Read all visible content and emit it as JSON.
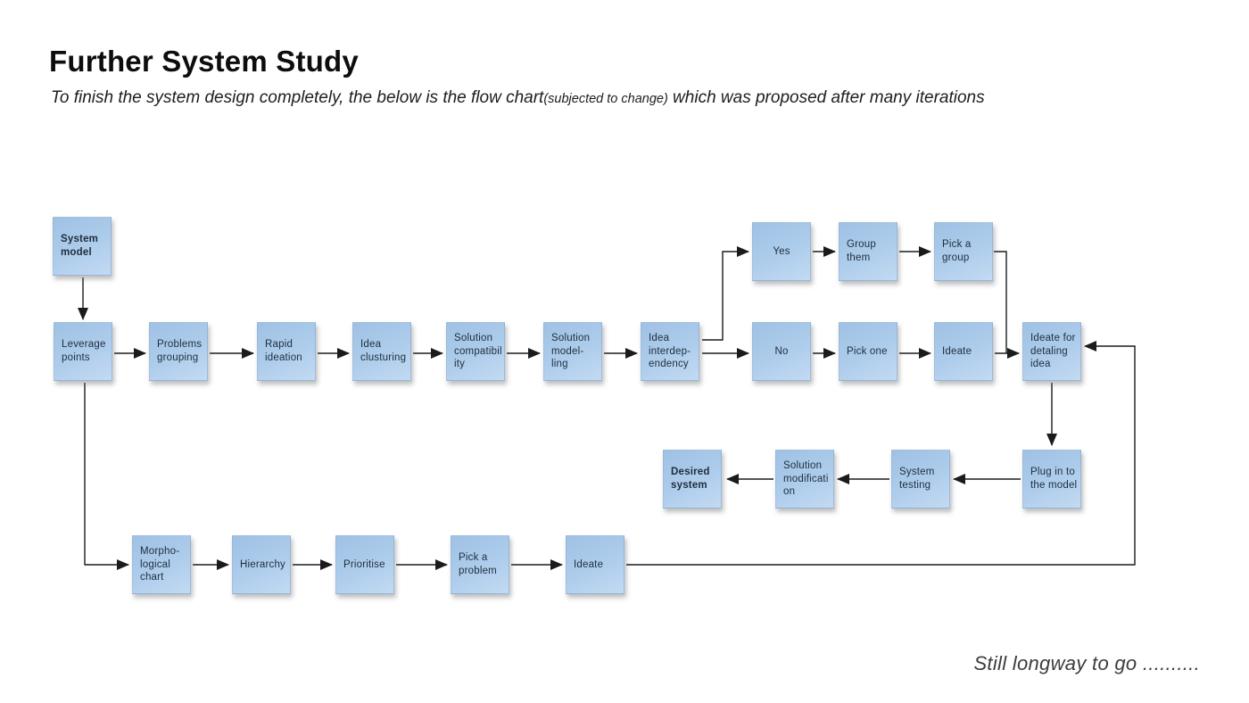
{
  "header": {
    "title": "Further System Study",
    "subtitle": {
      "pre": "To finish the system design completely, the below is the flow chart",
      "paren": "(subjected to change)",
      "post": " which was proposed after many iterations"
    }
  },
  "flowchart": {
    "nodes": [
      {
        "id": "system-model",
        "label": "System\nmodel"
      },
      {
        "id": "leverage-points",
        "label": "Leverage\npoints"
      },
      {
        "id": "problems-grouping",
        "label": "Problems\ngrouping"
      },
      {
        "id": "rapid-ideation",
        "label": "Rapid\nideation"
      },
      {
        "id": "idea-clusturing",
        "label": "Idea\nclusturing"
      },
      {
        "id": "solution-compatibility",
        "label": "Solution\ncompatibil\nity"
      },
      {
        "id": "solution-modelling",
        "label": "Solution\nmodel-\nling"
      },
      {
        "id": "idea-interdependency",
        "label": "Idea\ninterdep-\nendency"
      },
      {
        "id": "yes",
        "label": "Yes"
      },
      {
        "id": "group-them",
        "label": "Group\nthem"
      },
      {
        "id": "pick-a-group",
        "label": "Pick a\ngroup"
      },
      {
        "id": "no",
        "label": "No"
      },
      {
        "id": "pick-one",
        "label": "Pick one"
      },
      {
        "id": "ideate",
        "label": "Ideate"
      },
      {
        "id": "ideate-for-detailing",
        "label": "Ideate for\ndetaling\nidea"
      },
      {
        "id": "plug-in-to-model",
        "label": "Plug in to\nthe model"
      },
      {
        "id": "system-testing",
        "label": "System\ntesting"
      },
      {
        "id": "solution-modification",
        "label": "Solution\nmodificati\non"
      },
      {
        "id": "desired-system",
        "label": "Desired\nsystem"
      },
      {
        "id": "morphological-chart",
        "label": "Morpho-\nlogical\nchart"
      },
      {
        "id": "hierarchy",
        "label": "Hierarchy"
      },
      {
        "id": "prioritise",
        "label": "Prioritise"
      },
      {
        "id": "pick-a-problem",
        "label": "Pick a\nproblem"
      },
      {
        "id": "ideate-2",
        "label": "Ideate"
      }
    ]
  },
  "footer": {
    "note": "Still longway to go .........."
  },
  "colors": {
    "note_fill": "#aecdec",
    "note_text": "#1f2d3c",
    "connector": "#1b1b1b"
  }
}
